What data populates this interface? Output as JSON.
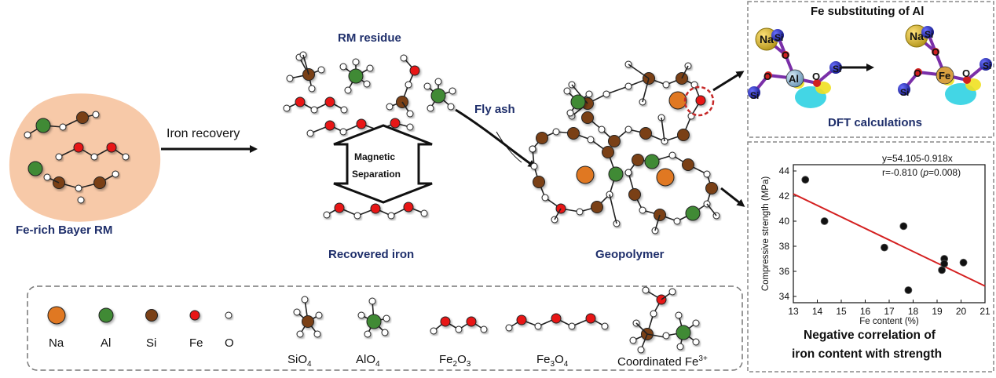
{
  "colors": {
    "na": "#e07820",
    "al": "#3f8a35",
    "si": "#7a3f14",
    "fe": "#e81818",
    "o": "#ffffff",
    "navy": "#1f2f6b",
    "blob": "#f7c9a8",
    "fit": "#d42020",
    "dashed_red": "#c62828",
    "iso_cyan": "#22cfe0",
    "iso_yellow": "#f0e020",
    "na_dft": "#d8c040",
    "al_dft": "#8fb4d0",
    "si_dft": "#2a2fb0"
  },
  "labels": {
    "bayer_rm": "Fe-rich Bayer RM",
    "iron_recovery": "Iron recovery",
    "rm_residue": "RM residue",
    "magnetic_1": "Magnetic",
    "magnetic_2": "Separation",
    "recovered_iron": "Recovered iron",
    "fly_ash": "Fly ash",
    "geopolymer": "Geopolymer",
    "fe_sub": "Fe substituting of Al",
    "dft": "DFT calculations",
    "neg_corr_1": "Negative correlation of",
    "neg_corr_2": "iron content with strength"
  },
  "dft_atoms": {
    "na": "Na",
    "si": "Si",
    "o": "O",
    "al": "Al",
    "fe": "Fe"
  },
  "legend": {
    "atoms": [
      {
        "label": "Na",
        "key": "na"
      },
      {
        "label": "Al",
        "key": "al"
      },
      {
        "label": "Si",
        "key": "si"
      },
      {
        "label": "Fe",
        "key": "fe"
      },
      {
        "label": "O",
        "key": "o"
      }
    ],
    "units": [
      {
        "base": "SiO",
        "sub": "4"
      },
      {
        "base": "AlO",
        "sub": "4"
      },
      {
        "base": "Fe",
        "sub": "2",
        "mid": "O",
        "sub2": "3"
      },
      {
        "base": "Fe",
        "sub": "3",
        "mid": "O",
        "sub2": "4"
      },
      {
        "base": "Coordinated Fe",
        "sup": "3+"
      }
    ]
  },
  "chart_data": {
    "type": "scatter",
    "xlabel": "Fe content (%)",
    "ylabel": "Compressive strength (MPa)",
    "xlim": [
      13,
      21
    ],
    "ylim": [
      33.5,
      44.5
    ],
    "xticks": [
      13,
      14,
      15,
      16,
      17,
      18,
      19,
      20,
      21
    ],
    "yticks": [
      34,
      36,
      38,
      40,
      42,
      44
    ],
    "points": [
      {
        "x": 13.5,
        "y": 43.3
      },
      {
        "x": 14.3,
        "y": 40.0
      },
      {
        "x": 16.8,
        "y": 37.9
      },
      {
        "x": 17.6,
        "y": 39.6
      },
      {
        "x": 17.8,
        "y": 34.5
      },
      {
        "x": 19.2,
        "y": 36.1
      },
      {
        "x": 19.3,
        "y": 37.0
      },
      {
        "x": 19.3,
        "y": 36.6
      },
      {
        "x": 20.1,
        "y": 36.7
      }
    ],
    "fit": {
      "intercept": 54.105,
      "slope": -0.918
    },
    "equation": "y=54.105-0.918x",
    "r_text_pre": "r=-0.810 (",
    "r_text_p": "p",
    "r_text_post": "=0.008)"
  }
}
